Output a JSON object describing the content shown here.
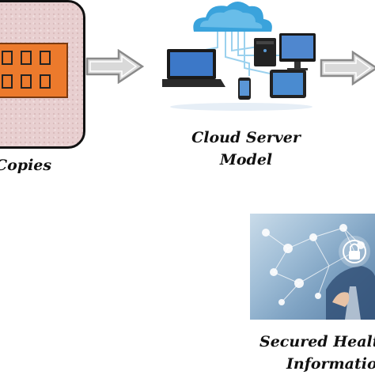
{
  "labels": {
    "copies": "Copies",
    "cloud_line1": "Cloud Server",
    "cloud_line2": "Model",
    "secure_line1": "Secured Health",
    "secure_line2": "Information"
  },
  "colors": {
    "storage_fill": "#e8cfd0",
    "grid_fill": "#ec7a2c",
    "arrow_fill": "#d9d9d9",
    "cloud_blue": "#3aa3dc",
    "panel_blue": "#7fa3c3"
  },
  "icons": [
    "storage-grid-icon",
    "cloud-icon",
    "laptop-icon",
    "desktop-icon",
    "phone-icon",
    "tablet-icon",
    "monitor-icon",
    "lock-icon",
    "network-icon"
  ]
}
